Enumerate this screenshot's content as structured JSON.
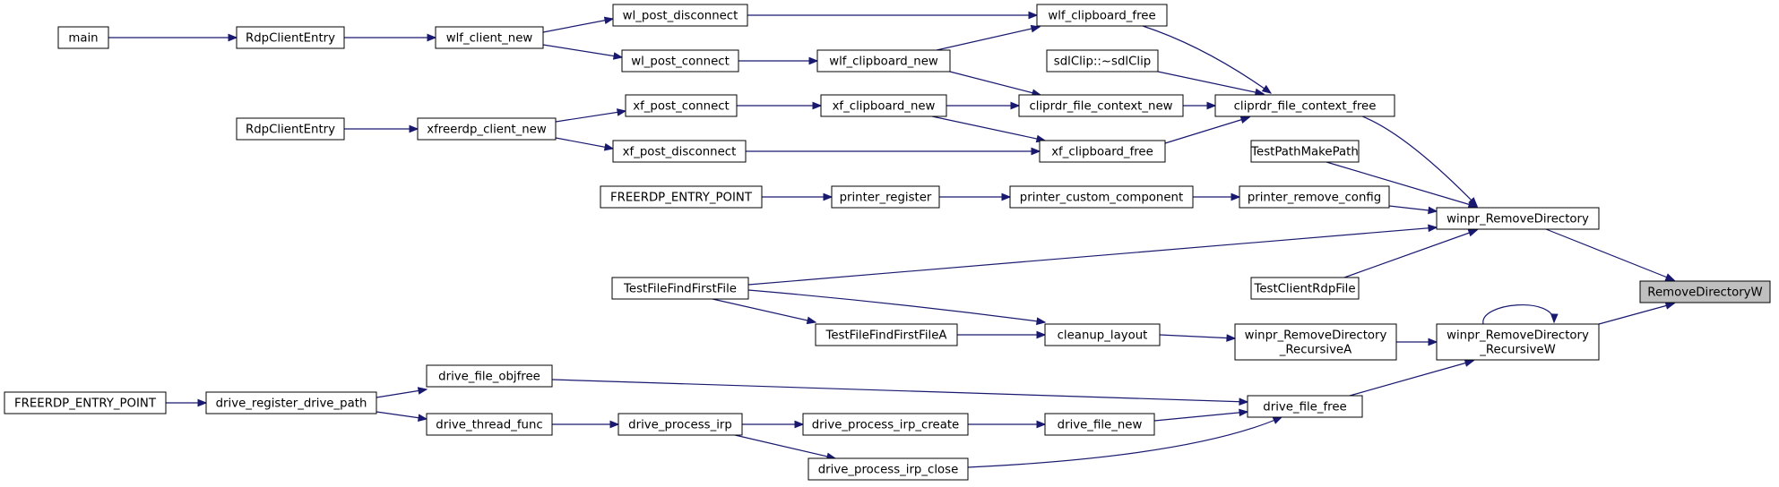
{
  "graph": {
    "nodes": [
      {
        "id": "RemoveDirectoryW",
        "lines": [
          "RemoveDirectoryW"
        ],
        "highlight": true
      },
      {
        "id": "winpr_RemoveDirectory",
        "lines": [
          "winpr_RemoveDirectory"
        ]
      },
      {
        "id": "winpr_RemoveDirectory_RecursiveW",
        "lines": [
          "winpr_RemoveDirectory",
          "_RecursiveW"
        ]
      },
      {
        "id": "cliprdr_file_context_free",
        "lines": [
          "cliprdr_file_context_free"
        ]
      },
      {
        "id": "TestPathMakePath",
        "lines": [
          "TestPathMakePath"
        ]
      },
      {
        "id": "printer_remove_config",
        "lines": [
          "printer_remove_config"
        ]
      },
      {
        "id": "TestClientRdpFile",
        "lines": [
          "TestClientRdpFile"
        ]
      },
      {
        "id": "TestFileFindFirstFile",
        "lines": [
          "TestFileFindFirstFile"
        ]
      },
      {
        "id": "winpr_RemoveDirectory_RecursiveA",
        "lines": [
          "winpr_RemoveDirectory",
          "_RecursiveA"
        ]
      },
      {
        "id": "drive_file_free",
        "lines": [
          "drive_file_free"
        ]
      },
      {
        "id": "wlf_clipboard_free",
        "lines": [
          "wlf_clipboard_free"
        ]
      },
      {
        "id": "sdlClip_dtor",
        "lines": [
          "sdlClip::~sdlClip"
        ]
      },
      {
        "id": "cliprdr_file_context_new",
        "lines": [
          "cliprdr_file_context_new"
        ]
      },
      {
        "id": "xf_clipboard_free",
        "lines": [
          "xf_clipboard_free"
        ]
      },
      {
        "id": "wl_post_disconnect",
        "lines": [
          "wl_post_disconnect"
        ]
      },
      {
        "id": "wlf_client_new",
        "lines": [
          "wlf_client_new"
        ]
      },
      {
        "id": "RdpClientEntry_1",
        "lines": [
          "RdpClientEntry"
        ]
      },
      {
        "id": "main",
        "lines": [
          "main"
        ]
      },
      {
        "id": "wlf_clipboard_new",
        "lines": [
          "wlf_clipboard_new"
        ]
      },
      {
        "id": "wl_post_connect",
        "lines": [
          "wl_post_connect"
        ]
      },
      {
        "id": "xf_clipboard_new",
        "lines": [
          "xf_clipboard_new"
        ]
      },
      {
        "id": "xf_post_connect",
        "lines": [
          "xf_post_connect"
        ]
      },
      {
        "id": "xfreerdp_client_new",
        "lines": [
          "xfreerdp_client_new"
        ]
      },
      {
        "id": "RdpClientEntry_2",
        "lines": [
          "RdpClientEntry"
        ]
      },
      {
        "id": "xf_post_disconnect",
        "lines": [
          "xf_post_disconnect"
        ]
      },
      {
        "id": "printer_custom_component",
        "lines": [
          "printer_custom_component"
        ]
      },
      {
        "id": "printer_register",
        "lines": [
          "printer_register"
        ]
      },
      {
        "id": "FREERDP_ENTRY_POINT_1",
        "lines": [
          "FREERDP_ENTRY_POINT"
        ]
      },
      {
        "id": "cleanup_layout",
        "lines": [
          "cleanup_layout"
        ]
      },
      {
        "id": "TestFileFindFirstFileA",
        "lines": [
          "TestFileFindFirstFileA"
        ]
      },
      {
        "id": "drive_file_objfree",
        "lines": [
          "drive_file_objfree"
        ]
      },
      {
        "id": "drive_register_drive_path",
        "lines": [
          "drive_register_drive_path"
        ]
      },
      {
        "id": "FREERDP_ENTRY_POINT_2",
        "lines": [
          "FREERDP_ENTRY_POINT"
        ]
      },
      {
        "id": "drive_file_new",
        "lines": [
          "drive_file_new"
        ]
      },
      {
        "id": "drive_process_irp_create",
        "lines": [
          "drive_process_irp_create"
        ]
      },
      {
        "id": "drive_process_irp",
        "lines": [
          "drive_process_irp"
        ]
      },
      {
        "id": "drive_thread_func",
        "lines": [
          "drive_thread_func"
        ]
      },
      {
        "id": "drive_process_irp_close",
        "lines": [
          "drive_process_irp_close"
        ]
      }
    ],
    "edges": [
      [
        "main",
        "RdpClientEntry_1"
      ],
      [
        "RdpClientEntry_1",
        "wlf_client_new"
      ],
      [
        "wlf_client_new",
        "wl_post_disconnect"
      ],
      [
        "wlf_client_new",
        "wl_post_connect"
      ],
      [
        "wl_post_disconnect",
        "wlf_clipboard_free"
      ],
      [
        "wl_post_connect",
        "wlf_clipboard_new"
      ],
      [
        "wlf_clipboard_new",
        "wlf_clipboard_free"
      ],
      [
        "wlf_clipboard_new",
        "cliprdr_file_context_new"
      ],
      [
        "wlf_clipboard_free",
        "cliprdr_file_context_free"
      ],
      [
        "sdlClip_dtor",
        "cliprdr_file_context_free"
      ],
      [
        "cliprdr_file_context_new",
        "cliprdr_file_context_free"
      ],
      [
        "xf_clipboard_free",
        "cliprdr_file_context_free"
      ],
      [
        "RdpClientEntry_2",
        "xfreerdp_client_new"
      ],
      [
        "xfreerdp_client_new",
        "xf_post_connect"
      ],
      [
        "xfreerdp_client_new",
        "xf_post_disconnect"
      ],
      [
        "xf_post_connect",
        "xf_clipboard_new"
      ],
      [
        "xf_clipboard_new",
        "cliprdr_file_context_new"
      ],
      [
        "xf_clipboard_new",
        "xf_clipboard_free"
      ],
      [
        "xf_post_disconnect",
        "xf_clipboard_free"
      ],
      [
        "cliprdr_file_context_free",
        "winpr_RemoveDirectory"
      ],
      [
        "TestPathMakePath",
        "winpr_RemoveDirectory"
      ],
      [
        "FREERDP_ENTRY_POINT_1",
        "printer_register"
      ],
      [
        "printer_register",
        "printer_custom_component"
      ],
      [
        "printer_custom_component",
        "printer_remove_config"
      ],
      [
        "printer_remove_config",
        "winpr_RemoveDirectory"
      ],
      [
        "TestFileFindFirstFile",
        "winpr_RemoveDirectory"
      ],
      [
        "TestClientRdpFile",
        "winpr_RemoveDirectory"
      ],
      [
        "winpr_RemoveDirectory",
        "RemoveDirectoryW"
      ],
      [
        "TestFileFindFirstFile",
        "TestFileFindFirstFileA"
      ],
      [
        "TestFileFindFirstFileA",
        "cleanup_layout"
      ],
      [
        "TestFileFindFirstFile",
        "cleanup_layout"
      ],
      [
        "cleanup_layout",
        "winpr_RemoveDirectory_RecursiveA"
      ],
      [
        "winpr_RemoveDirectory_RecursiveA",
        "winpr_RemoveDirectory_RecursiveW"
      ],
      [
        "winpr_RemoveDirectory_RecursiveW",
        "winpr_RemoveDirectory_RecursiveW"
      ],
      [
        "winpr_RemoveDirectory_RecursiveW",
        "RemoveDirectoryW"
      ],
      [
        "drive_file_free",
        "winpr_RemoveDirectory_RecursiveW"
      ],
      [
        "FREERDP_ENTRY_POINT_2",
        "drive_register_drive_path"
      ],
      [
        "drive_register_drive_path",
        "drive_file_objfree"
      ],
      [
        "drive_register_drive_path",
        "drive_thread_func"
      ],
      [
        "drive_file_objfree",
        "drive_file_free"
      ],
      [
        "drive_thread_func",
        "drive_process_irp"
      ],
      [
        "drive_process_irp",
        "drive_process_irp_create"
      ],
      [
        "drive_process_irp",
        "drive_process_irp_close"
      ],
      [
        "drive_process_irp_create",
        "drive_file_new"
      ],
      [
        "drive_file_new",
        "drive_file_free"
      ],
      [
        "drive_process_irp_close",
        "drive_file_free"
      ]
    ]
  },
  "colors": {
    "edge": "#191970",
    "node_fill": "#ffffff",
    "node_border": "#000000",
    "highlight_fill": "#bfbfbf"
  }
}
